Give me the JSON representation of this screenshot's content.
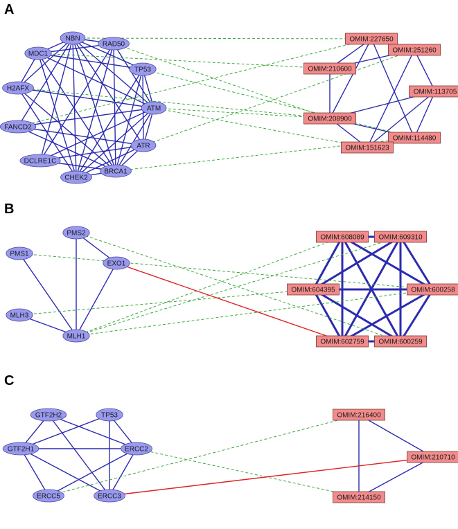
{
  "colors": {
    "gene_fill": "#9999ee",
    "gene_stroke": "#4a4aa0",
    "disease_fill": "#f28b8b",
    "disease_stroke": "#7a3a3a",
    "gene_edge": "#2b2bb0",
    "disease_edge": "#2b2bb0",
    "dashed_link": "#3aa83a",
    "red_link": "#dd2222"
  },
  "panels": [
    {
      "label": "A",
      "genes": [
        "NBN",
        "RAD50",
        "MDC1",
        "TP53",
        "H2AFX",
        "ATM",
        "FANCD2",
        "ATR",
        "DCLRE1C",
        "BRCA1",
        "CHEK2"
      ],
      "diseases": [
        "OMIM:227650",
        "OMIM:251260",
        "OMIM:210600",
        "OMIM:113705",
        "OMIM:208900",
        "OMIM:114480",
        "OMIM:151623"
      ]
    },
    {
      "label": "B",
      "genes": [
        "PMS2",
        "PMS1",
        "EXO1",
        "MLH3",
        "MLH1"
      ],
      "diseases": [
        "OMIM:608089",
        "OMIM:609310",
        "OMIM:604395",
        "OMIM:600258",
        "OMIM:602759",
        "OMIM:600259"
      ]
    },
    {
      "label": "C",
      "genes": [
        "GTF2H2",
        "TP53",
        "GTF2H1",
        "ERCC2",
        "ERCC5",
        "ERCC3"
      ],
      "diseases": [
        "OMIM:216400",
        "OMIM:210710",
        "OMIM:214150"
      ]
    }
  ]
}
